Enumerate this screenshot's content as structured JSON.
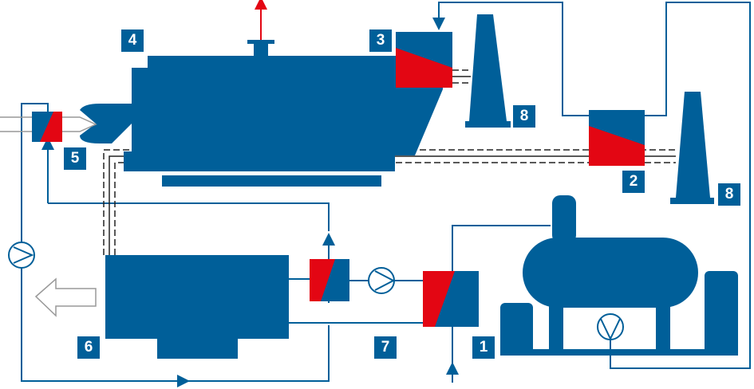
{
  "colors": {
    "blue": "#005f99",
    "red": "#e30613"
  },
  "labels": {
    "boiler": "4",
    "economizer": "3",
    "chimney_left": "8",
    "air_preheater": "5",
    "heat_exchanger_2": "2",
    "chimney_right": "8",
    "engine": "6",
    "engine_cooler": "7",
    "heat_exchanger_1": "1"
  }
}
